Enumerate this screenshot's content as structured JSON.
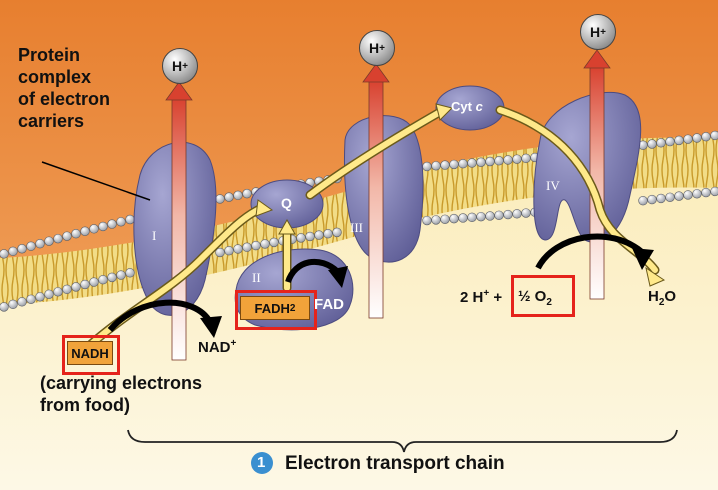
{
  "labels": {
    "protein_complex": [
      "Protein",
      "complex",
      "of electron",
      "carriers"
    ],
    "hplus": "H",
    "hplus_sup": "+",
    "complex_I": "I",
    "complex_II": "II",
    "complex_III": "III",
    "complex_IV": "IV",
    "q": "Q",
    "cyt_c": "Cyt",
    "cyt_c_italic": "c",
    "nadh": "NADH",
    "nad_plus": "NAD",
    "nad_plus_sup": "+",
    "fadh2_main": "FADH",
    "fadh2_sub": "2",
    "fad": "FAD",
    "two_h_plus": "2 H",
    "two_h_plus_sup": "+",
    "plus_sign": "+",
    "half_o2": "½ O",
    "half_o2_sub": "2",
    "h2o_h": "H",
    "h2o_sub": "2",
    "h2o_o": "O",
    "carrying": "(carrying electrons",
    "from_food": "from food)",
    "step_number": "1",
    "chain_title": "Electron transport chain"
  },
  "colors": {
    "background_top": "#e8863a",
    "membrane_head": "#b8bcc4",
    "membrane_tail": "#e4c44a",
    "protein": "#7e7db3",
    "matrix": "#fbf0c6",
    "highlight_box": "#e5231b",
    "step_circle": "#3a8fd0"
  }
}
